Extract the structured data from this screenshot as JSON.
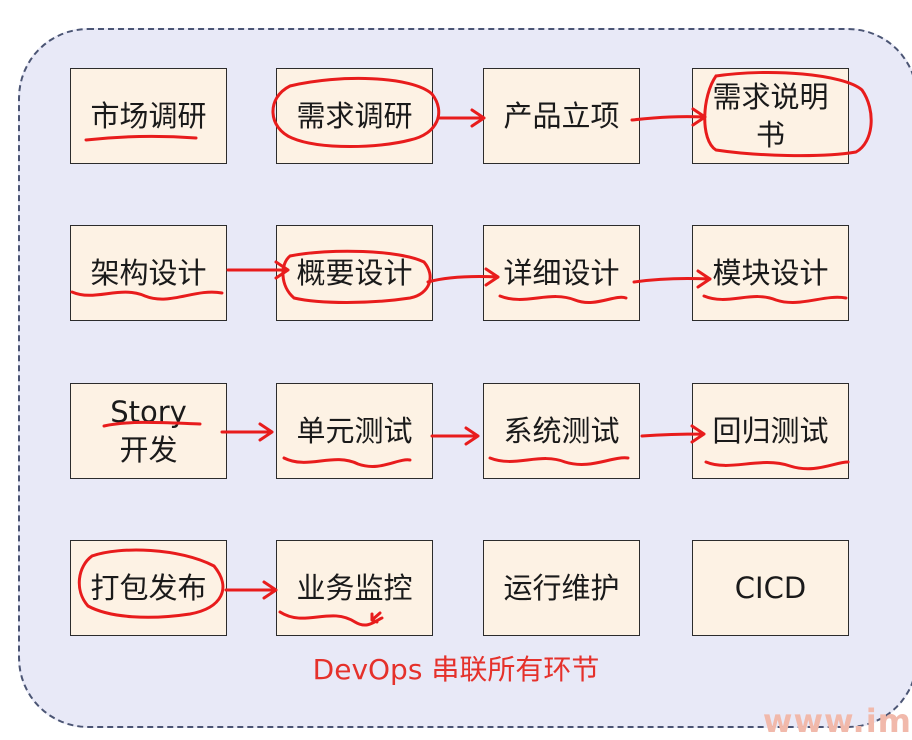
{
  "rows": [
    [
      "市场调研",
      "需求调研",
      "产品立项",
      "需求说明\n书"
    ],
    [
      "架构设计",
      "概要设计",
      "详细设计",
      "模块设计"
    ],
    [
      "Story\n开发",
      "单元测试",
      "系统测试",
      "回归测试"
    ],
    [
      "打包发布",
      "业务监控",
      "运行维护",
      "CICD"
    ]
  ],
  "caption": "DevOps 串联所有环节",
  "watermark": "www.im",
  "colors": {
    "annotation": "#e81c1c",
    "box_fill": "#fdf2e4",
    "container_fill": "#e8e9f7",
    "caption": "#e5312b"
  }
}
